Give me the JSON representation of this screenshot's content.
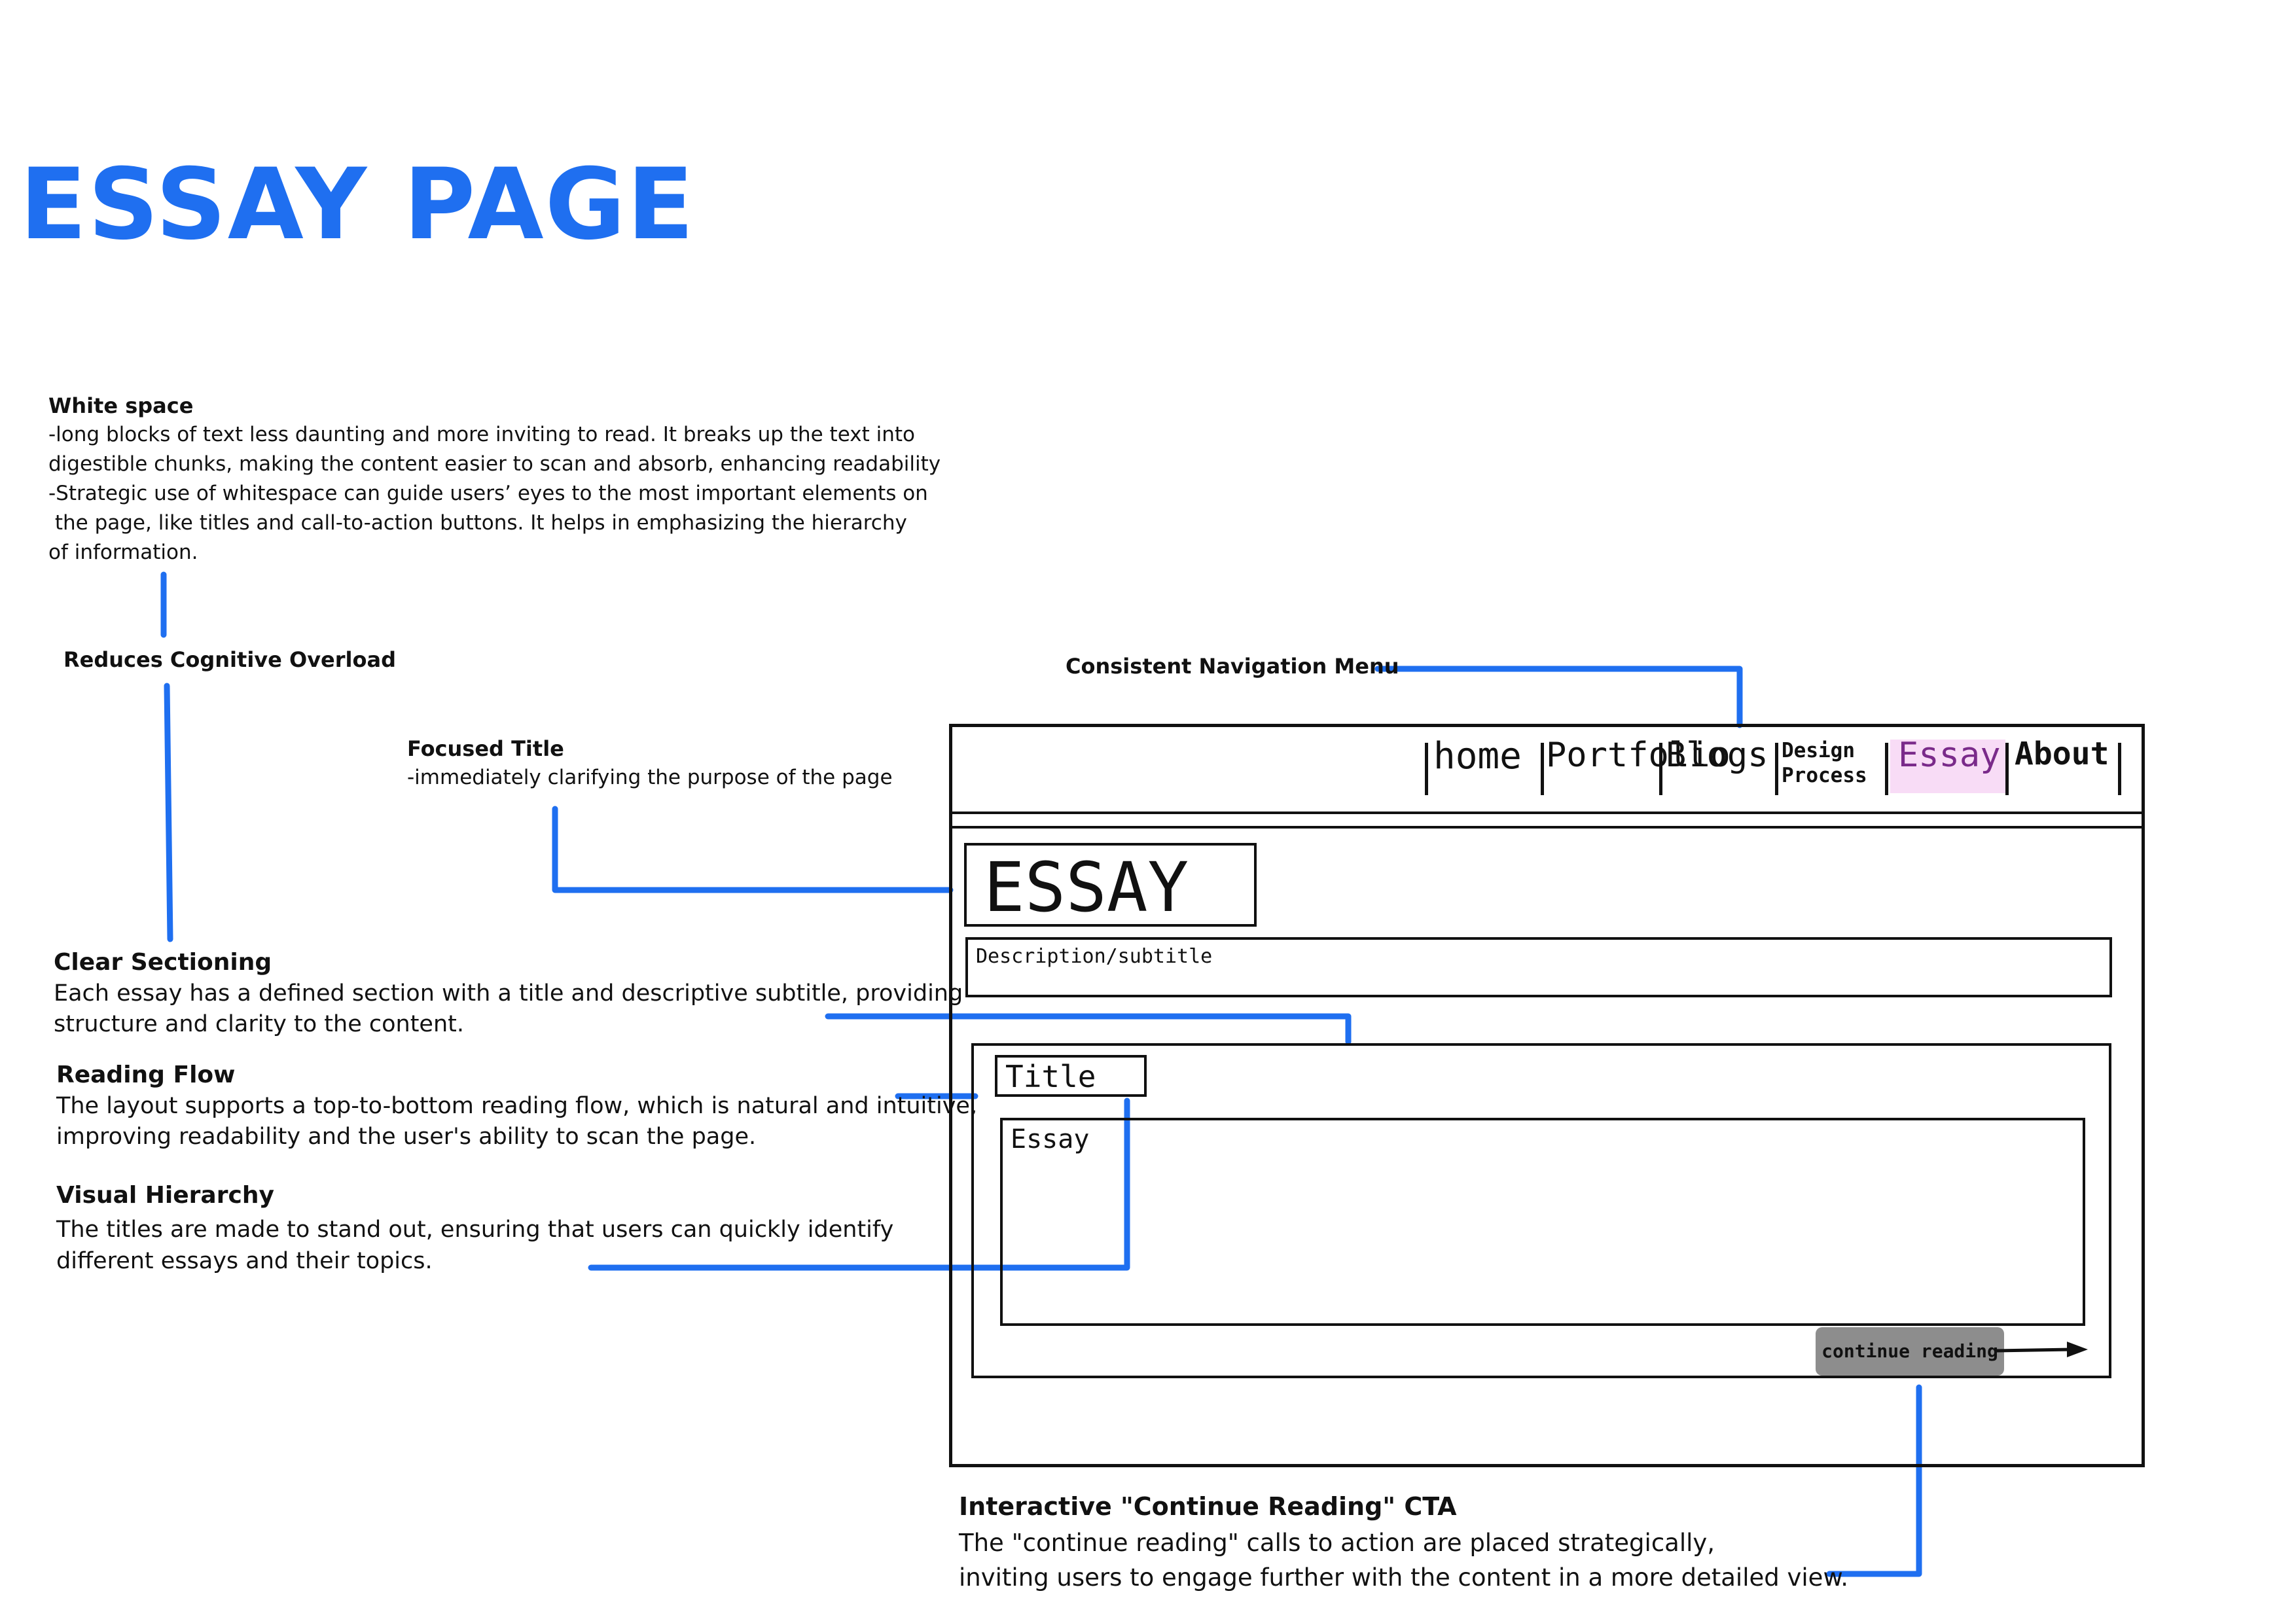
{
  "page_title": "ESSAY PAGE",
  "annotations": {
    "white_space": {
      "title": "White space",
      "lines": [
        "-long blocks of text less daunting and more inviting to read. It breaks up the text into",
        "digestible chunks, making the content easier to scan and absorb, enhancing readability",
        "-Strategic use of whitespace can guide users’ eyes to the most important elements on",
        " the page, like titles and call-to-action buttons. It helps in emphasizing the hierarchy",
        "of information."
      ]
    },
    "cognitive": {
      "title": "Reduces Cognitive Overload"
    },
    "nav_menu": {
      "title": "Consistent Navigation Menu"
    },
    "focused_title": {
      "title": "Focused Title",
      "lines": [
        "-immediately clarifying the purpose of the page"
      ]
    },
    "clear_sectioning": {
      "title": "Clear Sectioning",
      "lines": [
        "Each essay has a defined section with a title and descriptive subtitle, providing",
        "structure and clarity to the content."
      ]
    },
    "reading_flow": {
      "title": "Reading Flow",
      "lines": [
        "The layout supports a top-to-bottom reading flow, which is natural and intuitive,",
        "improving readability and the user's ability to scan the page."
      ]
    },
    "visual_hierarchy": {
      "title": "Visual Hierarchy",
      "lines": [
        "The titles are made to stand out, ensuring that users can quickly identify",
        "different essays and their topics."
      ]
    },
    "cta": {
      "title": "Interactive \"Continue Reading\" CTA",
      "lines": [
        "The \"continue reading\" calls to action are placed strategically,",
        "inviting users to engage further with the content in a more detailed view."
      ]
    }
  },
  "wireframe": {
    "nav": {
      "home": "home",
      "portfolio": "Portfolio",
      "blogs": "Blogs",
      "design_process_1": "Design",
      "design_process_2": "Process",
      "essay": "Essay",
      "about": "About"
    },
    "heading": "ESSAY",
    "subtitle": "Description/subtitle",
    "card_title": "Title",
    "card_body": "Essay",
    "cta_label": "continue reading"
  },
  "colors": {
    "accent": "#1f6ff0",
    "active_nav_bg": "#f8dcf6",
    "active_nav_text": "#7a2a8a",
    "cta_bg": "#8d8d8d"
  }
}
